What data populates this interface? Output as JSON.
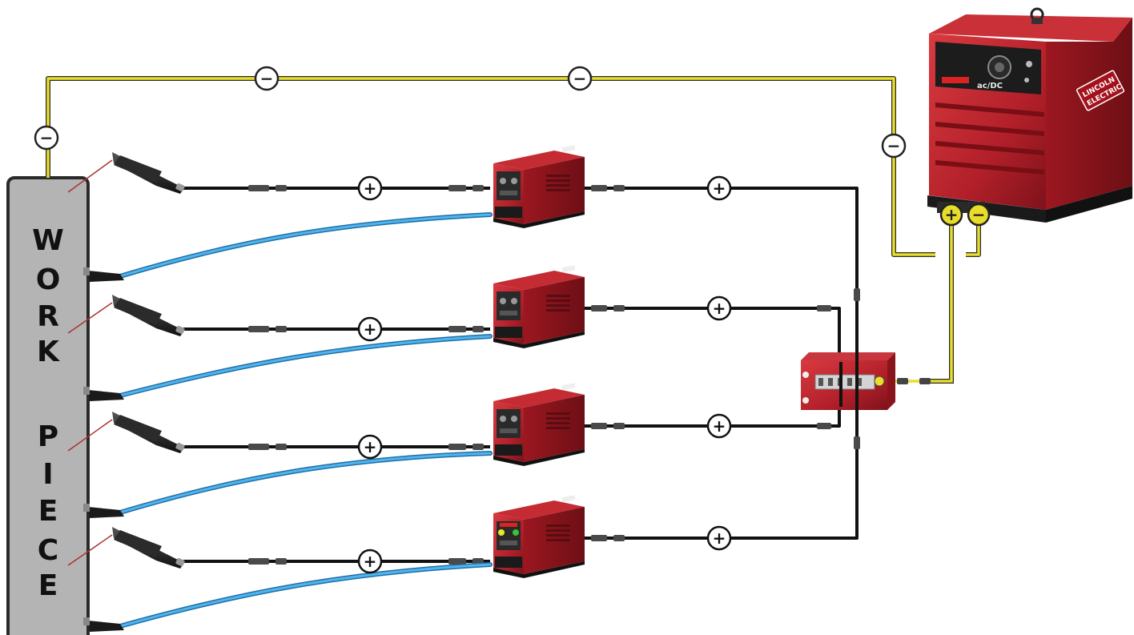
{
  "workpiece": {
    "letters": [
      "W",
      "O",
      "R",
      "K",
      "P",
      "I",
      "E",
      "C",
      "E"
    ]
  },
  "polarity": {
    "positive": "+",
    "negative": "−"
  },
  "power_source": {
    "brand_line1": "LINCOLN",
    "brand_line2": "ELECTRIC",
    "model": "ac/DC"
  },
  "colors": {
    "negative_cable": "#e8dd2a",
    "positive_cable": "#111111",
    "control_cable": "#3aa0e0",
    "machine_red": "#b3202a",
    "workpiece_fill": "#b4b4b4"
  }
}
